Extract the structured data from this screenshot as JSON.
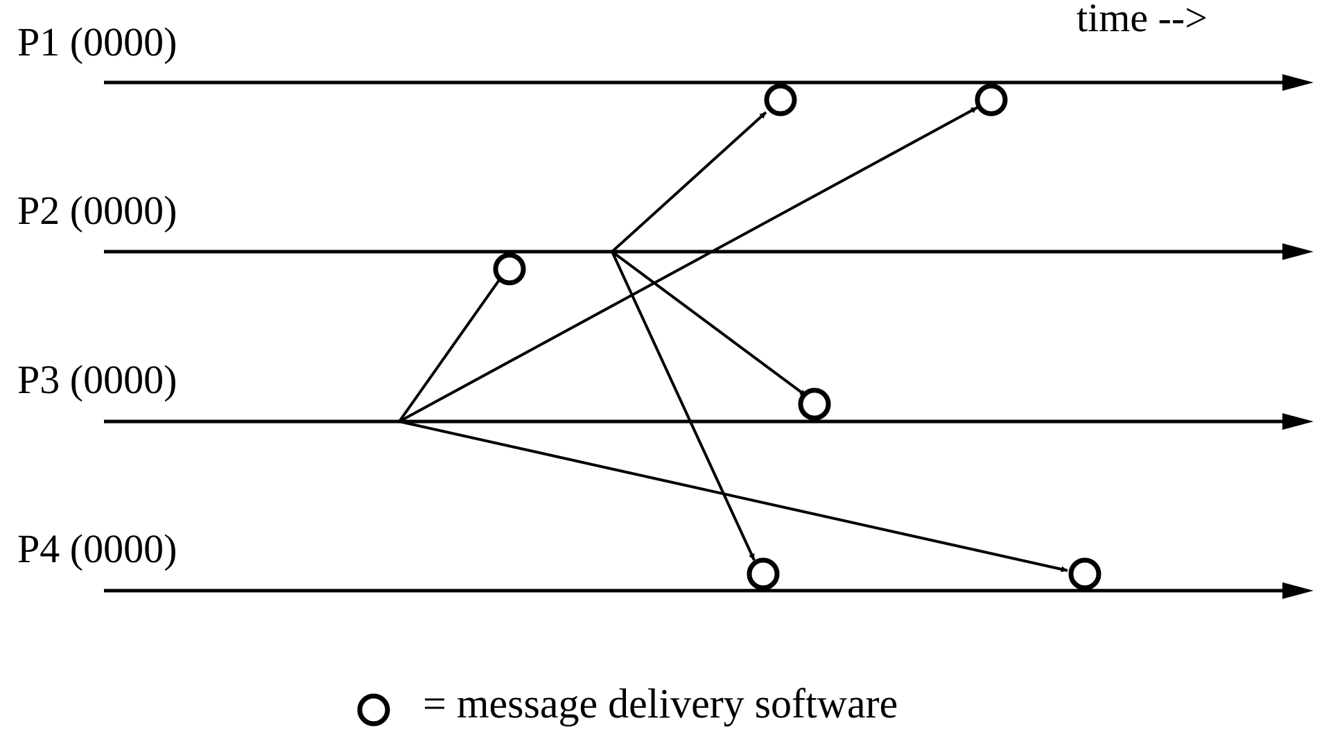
{
  "time_label": "time -->",
  "processes": [
    {
      "id": "P1",
      "label": "P1 (0000)"
    },
    {
      "id": "P2",
      "label": "P2 (0000)"
    },
    {
      "id": "P3",
      "label": "P3 (0000)"
    },
    {
      "id": "P4",
      "label": "P4 (0000)"
    }
  ],
  "messages": [
    {
      "id": "m-p3-p2",
      "from": "P3",
      "to": "P2"
    },
    {
      "id": "m-p3-p1",
      "from": "P3",
      "to": "P1"
    },
    {
      "id": "m-p3-p4",
      "from": "P3",
      "to": "P4"
    },
    {
      "id": "m-p2-p1",
      "from": "P2",
      "to": "P1"
    },
    {
      "id": "m-p2-p3",
      "from": "P2",
      "to": "P3"
    },
    {
      "id": "m-p2-p4",
      "from": "P2",
      "to": "P4"
    }
  ],
  "legend": {
    "icon": "circle-icon",
    "text": "= message delivery software"
  }
}
